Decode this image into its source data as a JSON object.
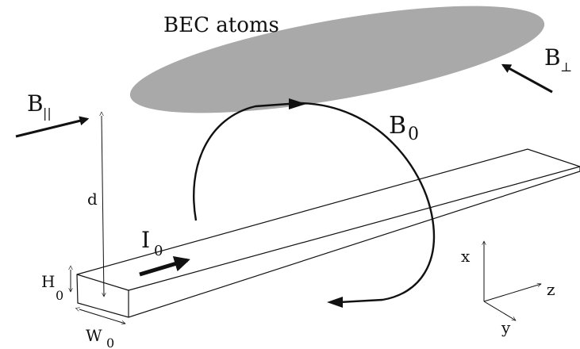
{
  "labels": {
    "cloud": "BEC atoms",
    "b_parallel": "B",
    "b_parallel_sub": "||",
    "b_perp": "B",
    "b_perp_sub": "⊥",
    "b0": "B",
    "b0_sub": "0",
    "i0": "I",
    "i0_sub": "0",
    "distance": "d",
    "height": "H",
    "height_sub": "0",
    "width": "W",
    "width_sub": "0",
    "axis_x": "x",
    "axis_y": "y",
    "axis_z": "z"
  },
  "colors": {
    "ink": "#111111",
    "cloud": "#a9a9a9"
  }
}
